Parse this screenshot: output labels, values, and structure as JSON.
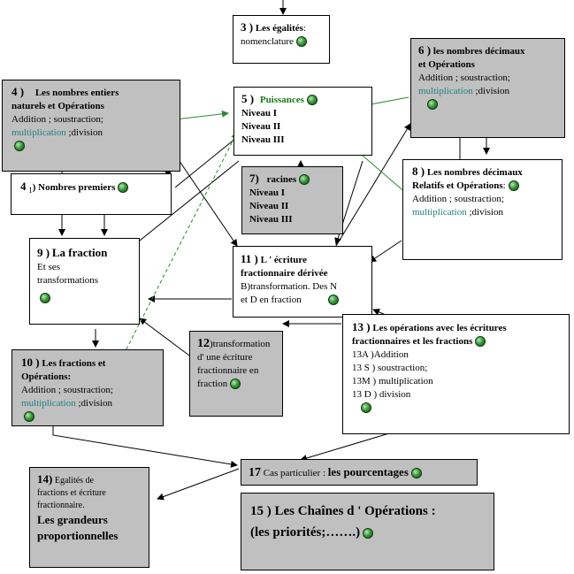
{
  "nodes": {
    "n3": {
      "num": "3 )",
      "title": "Les égalités",
      "colon": ":",
      "line": "nomenclature"
    },
    "n6": {
      "num": "6 )",
      "title": "les nombres décimaux",
      "title2": "et Opérations",
      "ops1": "Addition ; soustraction;",
      "mult": "multiplication",
      "ops2": ";division"
    },
    "n4": {
      "num": "4 )",
      "title": "Les nombres entiers",
      "title2": "naturels  et Opérations",
      "ops1": "Addition ; soustraction;",
      "mult": "multiplication",
      "ops2": ";division"
    },
    "n5": {
      "num": "5 )",
      "title": "Puissances",
      "l1": "Niveau I",
      "l2": "Niveau II",
      "l3": "Niveau III"
    },
    "n8": {
      "num": "8 )",
      "title": "Les nombres décimaux",
      "title2": "Relatifs et Opérations",
      "colon": ":",
      "ops1": "Addition ; soustraction;",
      "mult": "multiplication",
      "ops2": ";division"
    },
    "n4b": {
      "num": "4",
      "sub": "1",
      "paren": ")",
      "title": "Nombres premiers"
    },
    "n7": {
      "num": "7)",
      "title": "racines",
      "l1": "Niveau I",
      "l2": "Niveau II",
      "l3": "Niveau III"
    },
    "n9": {
      "num": "9 )",
      "title": "La fraction",
      "l1": "Et ses",
      "l2": "transformations"
    },
    "n11": {
      "num": "11 )",
      "title": "L ' écriture",
      "title2": "fractionnaire dérivée",
      "l1": "B)transformation. Des N",
      "l2": "et D en fraction"
    },
    "n13": {
      "num": "13 )",
      "title": "Les opérations avec les écritures",
      "title2": "fractionnaires et les fractions",
      "l1": "13A )Addition",
      "l2": "13 S ) soustraction;",
      "l3": "13M ) multiplication",
      "l4": "13 D ) division"
    },
    "n12": {
      "num": "12",
      "l1": ")transformation",
      "l2": "d' une écriture",
      "l3": "fractionnaire en",
      "l4": "fraction"
    },
    "n10": {
      "num": "10 )",
      "title": "Les fractions et",
      "title2": "Opérations:",
      "ops1": "Addition ; soustraction;",
      "mult": "multiplication",
      "ops2": ";division"
    },
    "n17": {
      "num": "17",
      "pre": "Cas particulier  :",
      "title": "les pourcentages"
    },
    "n14": {
      "num": "14)",
      "l1": " Egalités de",
      "l2": "fractions et écriture",
      "l3": "fractionnaire.",
      "b1": "Les grandeurs",
      "b2": "proportionnelles"
    },
    "n15": {
      "title": "15 ) Les Chaînes d ' Opérations :",
      "title2": "(les priorités;…….)"
    }
  },
  "colors": {
    "box_gray": "#c0c0c0",
    "text_teal": "#1f7f7f",
    "arrow_green": "#2a8a2a",
    "arrow_black": "#000000"
  }
}
